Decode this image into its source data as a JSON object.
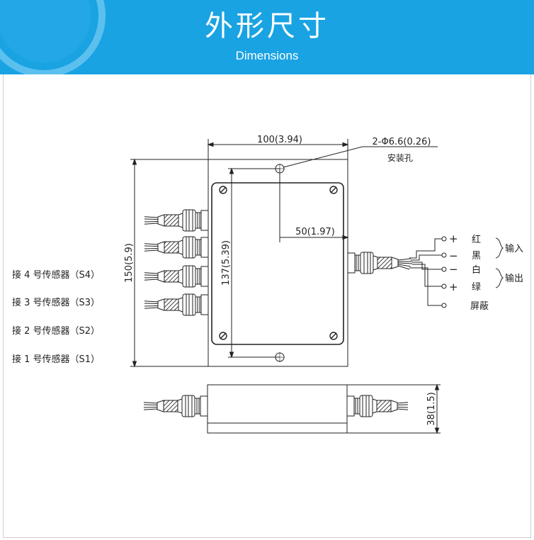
{
  "header": {
    "title_cn": "外形尺寸",
    "title_en": "Dimensions"
  },
  "colors": {
    "banner": "#1aa3e3",
    "line": "#222222"
  },
  "dimensions": {
    "width": "100(3.94)",
    "height": "150(5.9)",
    "inner_height": "137(5.39)",
    "hole_offset": "50(1.97)",
    "thickness": "38(1.5)",
    "holes": "2-Φ6.6(0.26)",
    "holes_label": "安装孔"
  },
  "sensors": [
    {
      "label": "接 4 号传感器（S4）"
    },
    {
      "label": "接 3 号传感器（S3）"
    },
    {
      "label": "接 2 号传感器（S2）"
    },
    {
      "label": "接 1 号传感器（S1）"
    }
  ],
  "wiring": {
    "terminals": [
      {
        "sign": "+",
        "color": "红"
      },
      {
        "sign": "−",
        "color": "黑"
      },
      {
        "sign": "−",
        "color": "白"
      },
      {
        "sign": "+",
        "color": "绿"
      }
    ],
    "shield": "屏蔽",
    "input_label": "输入",
    "output_label": "输出"
  }
}
